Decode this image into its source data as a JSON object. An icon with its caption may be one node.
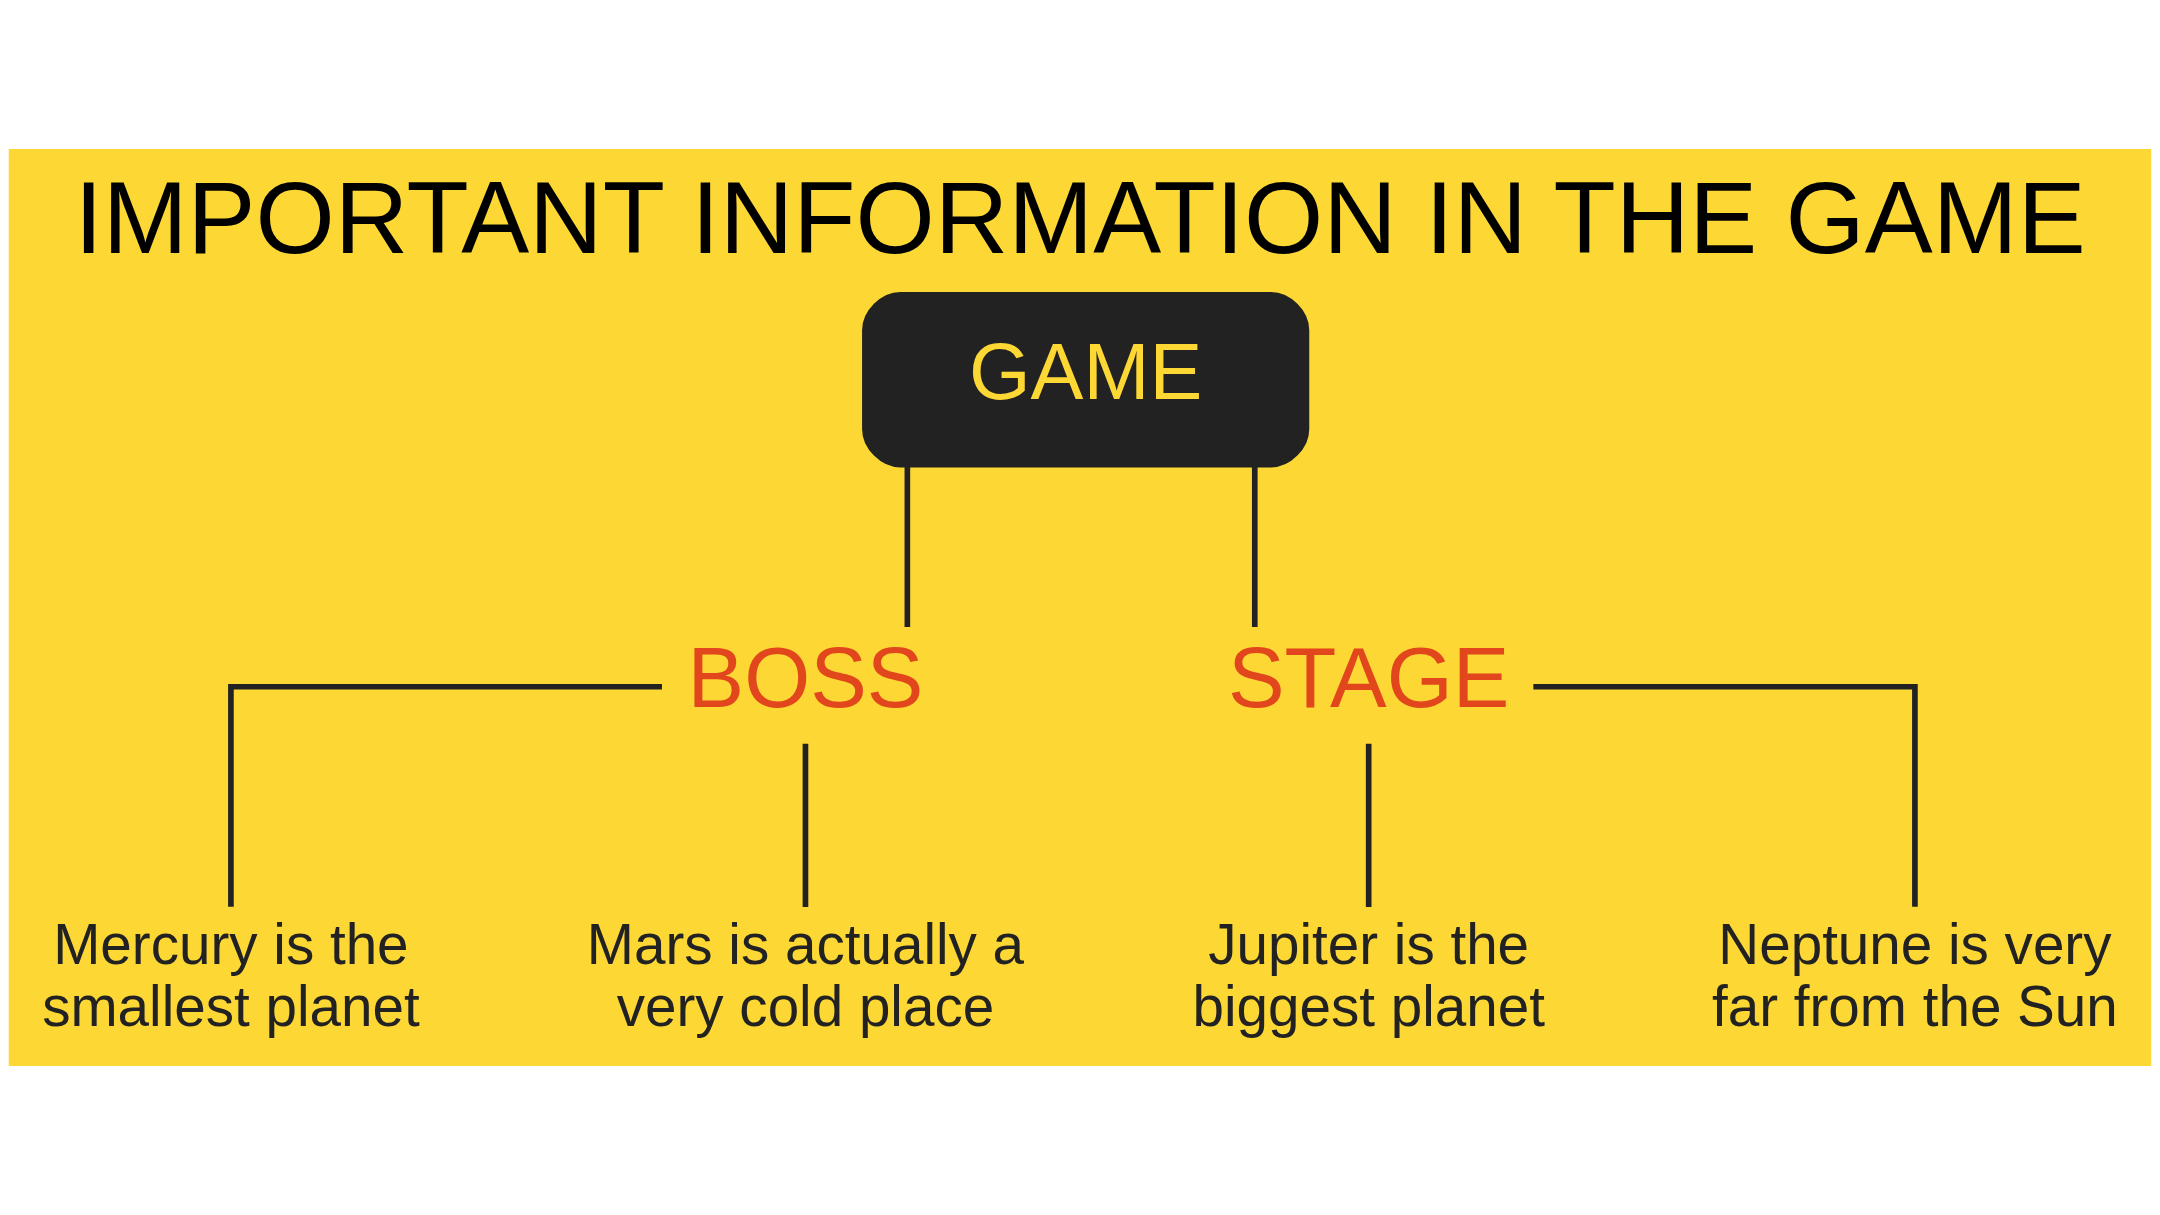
{
  "diagram": {
    "title": "IMPORTANT INFORMATION IN THE GAME",
    "nodes": [
      {
        "text": [
          "GAME"
        ]
      },
      {
        "text": [
          "BOSS"
        ]
      },
      {
        "text": [
          "STAGE"
        ]
      },
      {
        "text": [
          "Mercury is the smallest planet"
        ]
      },
      {
        "text": [
          "Mars is actually a very cold place"
        ]
      },
      {
        "text": [
          "Jupiter is the biggest planet"
        ]
      },
      {
        "text": [
          "Neptune is very far from the Sun"
        ]
      }
    ],
    "edges": [
      {
        "from": 0,
        "to": 1,
        "arrow": "none"
      },
      {
        "from": 0,
        "to": 2,
        "arrow": "none"
      },
      {
        "from": 1,
        "to": 3,
        "arrow": "none"
      },
      {
        "from": 1,
        "to": 4,
        "arrow": "none"
      },
      {
        "from": 2,
        "to": 5,
        "arrow": "none"
      },
      {
        "from": 2,
        "to": 6,
        "arrow": "none"
      }
    ]
  }
}
